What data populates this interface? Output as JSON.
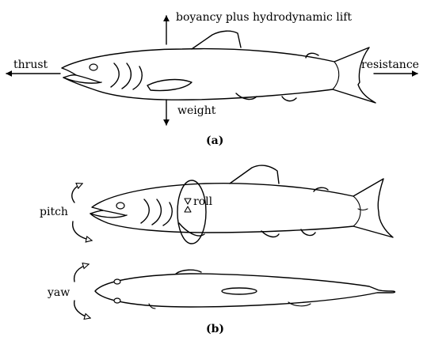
{
  "colors": {
    "line": "#000000",
    "background": "#ffffff"
  },
  "panel_a": {
    "label_lift": "boyancy plus hydrodynamic lift",
    "label_thrust": "thrust",
    "label_resistance": "resistance",
    "label_weight": "weight",
    "caption": "(a)"
  },
  "panel_b": {
    "label_pitch": "pitch",
    "label_roll": "roll",
    "label_yaw": "yaw",
    "caption": "(b)"
  }
}
